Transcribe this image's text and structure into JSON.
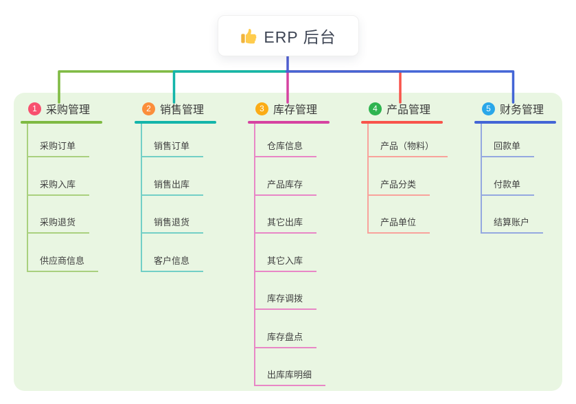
{
  "root": {
    "title": "ERP 后台",
    "icon": "thumbs-up-icon"
  },
  "colors": {
    "panel_bg": "#e9f6e2",
    "stem": "#4f5ed2",
    "card_bg": "#ffffff",
    "root_text": "#3e4554",
    "item_text": "#404040",
    "thumb_main": "#ffcc4d",
    "thumb_sleeve": "#f0b43c"
  },
  "branches": [
    {
      "num": "1",
      "label": "采购管理",
      "badge_color": "#f8506e",
      "line": "#7fba42",
      "line_light": "#a9d07e",
      "items": [
        "采购订单",
        "采购入库",
        "采购退货",
        "供应商信息"
      ]
    },
    {
      "num": "2",
      "label": "销售管理",
      "badge_color": "#fb8e3b",
      "line": "#13b5aa",
      "line_light": "#72cfc6",
      "items": [
        "销售订单",
        "销售出库",
        "销售退货",
        "客户信息"
      ]
    },
    {
      "num": "3",
      "label": "库存管理",
      "badge_color": "#fbac16",
      "line": "#d643a1",
      "line_light": "#e886c6",
      "items": [
        "仓库信息",
        "产品库存",
        "其它出库",
        "其它入库",
        "库存调拨",
        "库存盘点",
        "出库库明细"
      ]
    },
    {
      "num": "4",
      "label": "产品管理",
      "badge_color": "#2fb450",
      "line": "#f8544b",
      "line_light": "#f9a29b",
      "items": [
        "产品（物料）",
        "产品分类",
        "产品单位"
      ]
    },
    {
      "num": "5",
      "label": "财务管理",
      "badge_color": "#2aa7e9",
      "line": "#4365d6",
      "line_light": "#94a8e0",
      "items": [
        "回款单",
        "付款单",
        "结算账户"
      ]
    }
  ]
}
